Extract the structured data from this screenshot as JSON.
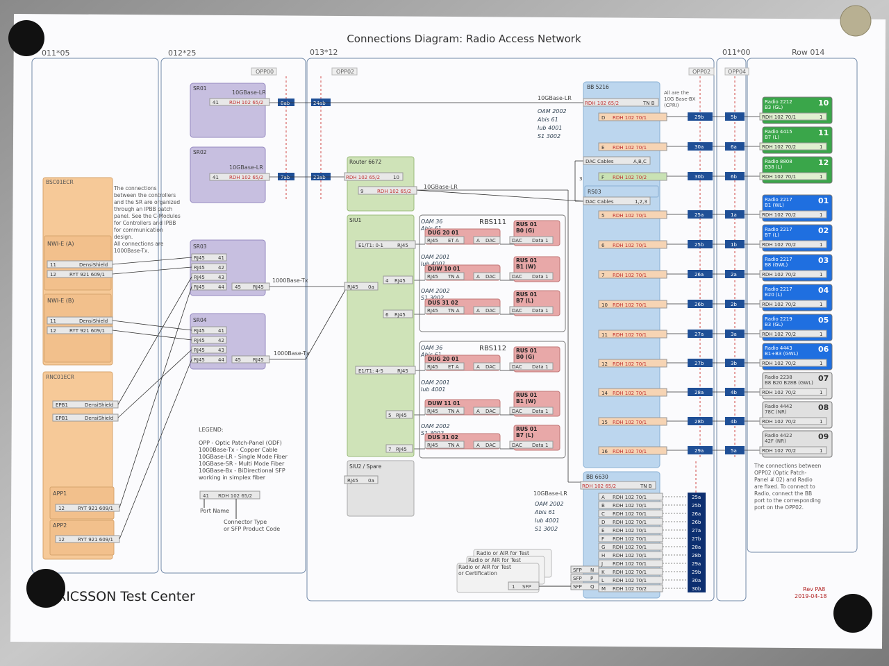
{
  "title": "Connections Diagram: Radio Access Network",
  "footer": {
    "brand": "ERICSSON Test Center",
    "rev": "Rev PA8",
    "date": "2019-04-18"
  },
  "columns": [
    "011*05",
    "012*25",
    "013*12",
    "011*00",
    "Row 014"
  ],
  "opp": [
    "OPP00",
    "OPP02",
    "OPP02",
    "OPP04"
  ],
  "left": {
    "bsc": "BSC01ECR",
    "nwiA": "NWI-E (A)",
    "nwiB": "NWI-E (B)",
    "rnc": "RNC01ECR",
    "app1": "APP1",
    "app2": "APP2",
    "densi": "DensiShield",
    "ryt": "RYT 921 609/1",
    "epb": "EPB1",
    "p11": "11",
    "p12": "12",
    "note": [
      "The connections",
      "between the controllers",
      "and the SR are organized",
      "through an IPBB patch",
      "panel. See the C-Modules",
      "for Controllers and IPBB",
      "for communication",
      "design.",
      "All connections are",
      "1000Base-Tx."
    ]
  },
  "sr": {
    "sr01": "SR01",
    "sr02": "SR02",
    "sr03": "SR03",
    "sr04": "SR04",
    "lr": "10GBase-LR",
    "p41": "41",
    "rdh": "RDH 102 65/2",
    "s8": "8ab",
    "s24": "24ab",
    "s7": "7ab",
    "s23": "23ab",
    "rj45": "RJ45",
    "p41b": "41",
    "p42": "42",
    "p43": "43",
    "p44": "44",
    "p45": "45",
    "tx": "1000Base-Tx"
  },
  "mid": {
    "router": "Router 6672",
    "p10": "10",
    "p9": "9",
    "lr": "10GBase-LR",
    "siu1": "SIU1",
    "siu2": "SIU2 / Spare",
    "e1a": "E1/T1: 0-1",
    "e1b": "E1/T1: 4-5",
    "p0a": "0a",
    "p4": "4",
    "p6": "6",
    "p5": "5",
    "p7": "7",
    "rbs111": "RBS111",
    "rbs112": "RBS112",
    "oam36": "OAM 36",
    "abis61": "Abis 61",
    "oam2001": "OAM 2001",
    "iub4001": "Iub 4001",
    "oam2002": "OAM 2002",
    "s13002": "S1 3002",
    "dug": "DUG 20 01",
    "duw1": "DUW 10 01",
    "dus": "DUS 31 02",
    "duw2": "DUW 11 01",
    "dus2": "DUS 31 02",
    "etA": "ET A",
    "tnA": "TN A",
    "a": "A",
    "dac": "DAC",
    "data1": "Data 1",
    "rus1": "RUS 01",
    "b0": "B0 (G)",
    "b1": "B1 (W)",
    "b7": "B7 (L)"
  },
  "legend": {
    "title": "LEGEND:",
    "lines": [
      "OPP - Optic Patch-Panel (ODF)",
      "1000Base-Tx - Copper Cable",
      "10GBase-LR - Single Mode Fiber",
      "10GBase-SR - Multi Mode Fiber",
      "10GBase-Bx - BiDirectional SFP",
      "working in simplex fiber"
    ],
    "port": "41",
    "rdh": "RDH 102 65/2",
    "portName": "Port Name",
    "conn": "Connector Type",
    "conn2": "or SFP Product Code"
  },
  "bb": {
    "bb5216": "BB 5216",
    "bb6630": "BB 6630",
    "rdh": "RDH 102 65/2",
    "tnb": "TN B",
    "lr": "10GBase-LR",
    "oam": "OAM 2002",
    "abis": "Abis 61",
    "iub": "Iub 4001",
    "s1": "S1 3002",
    "bx": [
      "All are the",
      "10G Base-BX",
      "(CPRI)"
    ],
    "dac": "DAC Cables",
    "abc": "A,B,C",
    "rs03": "RS03",
    "dac123": "1,2,3",
    "p3": "3",
    "ports": [
      "D",
      "E",
      "F",
      "5",
      "6",
      "7",
      "10",
      "11",
      "12",
      "14",
      "15",
      "16"
    ],
    "rdh70": "RDH 102 70/1",
    "rdh702": "RDH 102 70/2",
    "opp2": [
      "29b",
      "30a",
      "30b",
      "25a",
      "25b",
      "26a",
      "26b",
      "27a",
      "27b",
      "28a",
      "28b",
      "29a"
    ],
    "opp4": [
      "5b",
      "6a",
      "6b",
      "1a",
      "1b",
      "2a",
      "2b",
      "3a",
      "3b",
      "4b",
      "4b",
      "5a"
    ],
    "bb6630ports": [
      "A",
      "B",
      "C",
      "D",
      "E",
      "F",
      "G",
      "H",
      "J",
      "K",
      "L",
      "M"
    ],
    "bb6630opp": [
      "25a",
      "25b",
      "26a",
      "26b",
      "27a",
      "27b",
      "28a",
      "28b",
      "29a",
      "29b",
      "30a",
      "30b"
    ],
    "sfp": "SFP",
    "nq": [
      "N",
      "P",
      "Q"
    ]
  },
  "test": {
    "l1": "Radio or AIR for Test",
    "l2": "Radio or AIR for Test",
    "l3": "Radio or AIR for Test",
    "l4": "or Certification",
    "p1": "1",
    "sfp": "SFP"
  },
  "radios": [
    {
      "name": "Radio 2212",
      "sub": "B3 (GL)",
      "num": "10"
    },
    {
      "name": "Radio 4415",
      "sub": "B7 (L)",
      "num": "11"
    },
    {
      "name": "Radio 8808",
      "sub": "B38 (L)",
      "num": "12"
    },
    {
      "name": "Radio 2217",
      "sub": "B1 (WL)",
      "num": "01"
    },
    {
      "name": "Radio 2217",
      "sub": "B7 (L)",
      "num": "02"
    },
    {
      "name": "Radio 2217",
      "sub": "B8 (GWL)",
      "num": "03"
    },
    {
      "name": "Radio 2217",
      "sub": "B20 (L)",
      "num": "04"
    },
    {
      "name": "Radio 2219",
      "sub": "B3 (GL)",
      "num": "05"
    },
    {
      "name": "Radio 4443",
      "sub": "B1+B3 (GWL)",
      "num": "06"
    },
    {
      "name": "Radio 2238",
      "sub": "B8 B20 B28B (GWL)",
      "num": "07"
    },
    {
      "name": "Radio 4442",
      "sub": "78C (NR)",
      "num": "08"
    },
    {
      "name": "Radio 4422",
      "sub": "42F (NR)",
      "num": "09"
    }
  ],
  "radioPort": "RDH 102 70/2",
  "radioPort1": "RDH 102 70/1",
  "radioNum": "1",
  "rightNote": [
    "The connections between",
    "OPP02 (Optic Patch-",
    "Panel # 02) and Radio",
    "are fixed. To connect to",
    "Radio, connect the BB",
    "port to the corresponding",
    "port on the OPP02."
  ]
}
